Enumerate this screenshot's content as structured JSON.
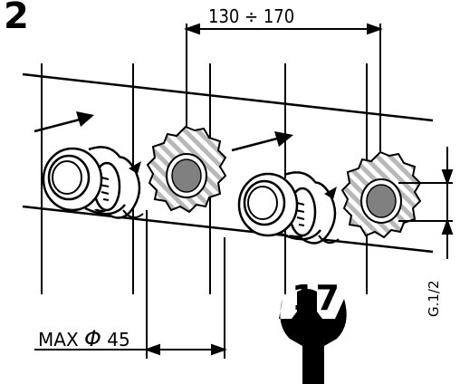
{
  "step_number": "2",
  "dimensions": {
    "spacing": "130 ÷ 170",
    "max_diameter_prefix": "MAX",
    "max_diameter_symbol": "Φ",
    "max_diameter_value": "45",
    "thread": "G.1/2"
  },
  "wrench_size": "17",
  "colors": {
    "line": "#000000",
    "hatch": "#b8b8b8",
    "hole": "#808080",
    "background": "#ffffff"
  }
}
